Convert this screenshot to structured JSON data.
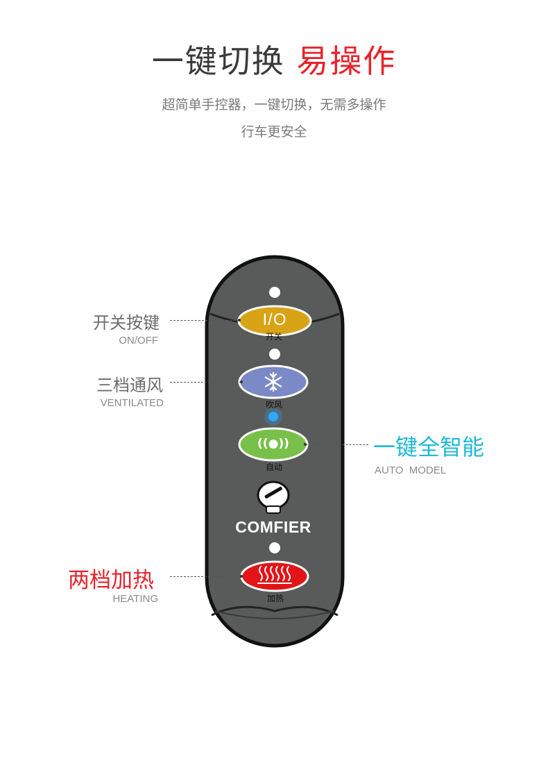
{
  "header": {
    "title_main": "一键切换",
    "title_accent": "易操作",
    "subtitle_line1": "超简单手控器，一键切换，无需多操作",
    "subtitle_line2": "行车更安全"
  },
  "callouts": [
    {
      "cn": "开关按键",
      "en": "ON/OFF"
    },
    {
      "cn": "三档通风",
      "en": "VENTILATED"
    },
    {
      "cn": "一键全智能",
      "en": "AUTO  MODEL"
    },
    {
      "cn": "两档加热",
      "en": "HEATING"
    }
  ],
  "remote": {
    "power_button": {
      "glyph": "I/O",
      "caption": "开关"
    },
    "fan_button": {
      "icon": "snowflake-icon",
      "caption": "吹风"
    },
    "auto_button": {
      "glyph": "((●))",
      "caption": "自动"
    },
    "heat_button": {
      "icon": "heat-waves-icon",
      "caption": "加热"
    },
    "brand": "COMFIER"
  },
  "colors": {
    "accent_red": "#e8232b",
    "accent_cyan": "#1fb8d8",
    "remote_body": "#585b59",
    "power": "#d8a316",
    "fan": "#7b89c6",
    "auto": "#79c04a",
    "heat": "#e21418",
    "indicator_blue": "#2fa8ff"
  }
}
